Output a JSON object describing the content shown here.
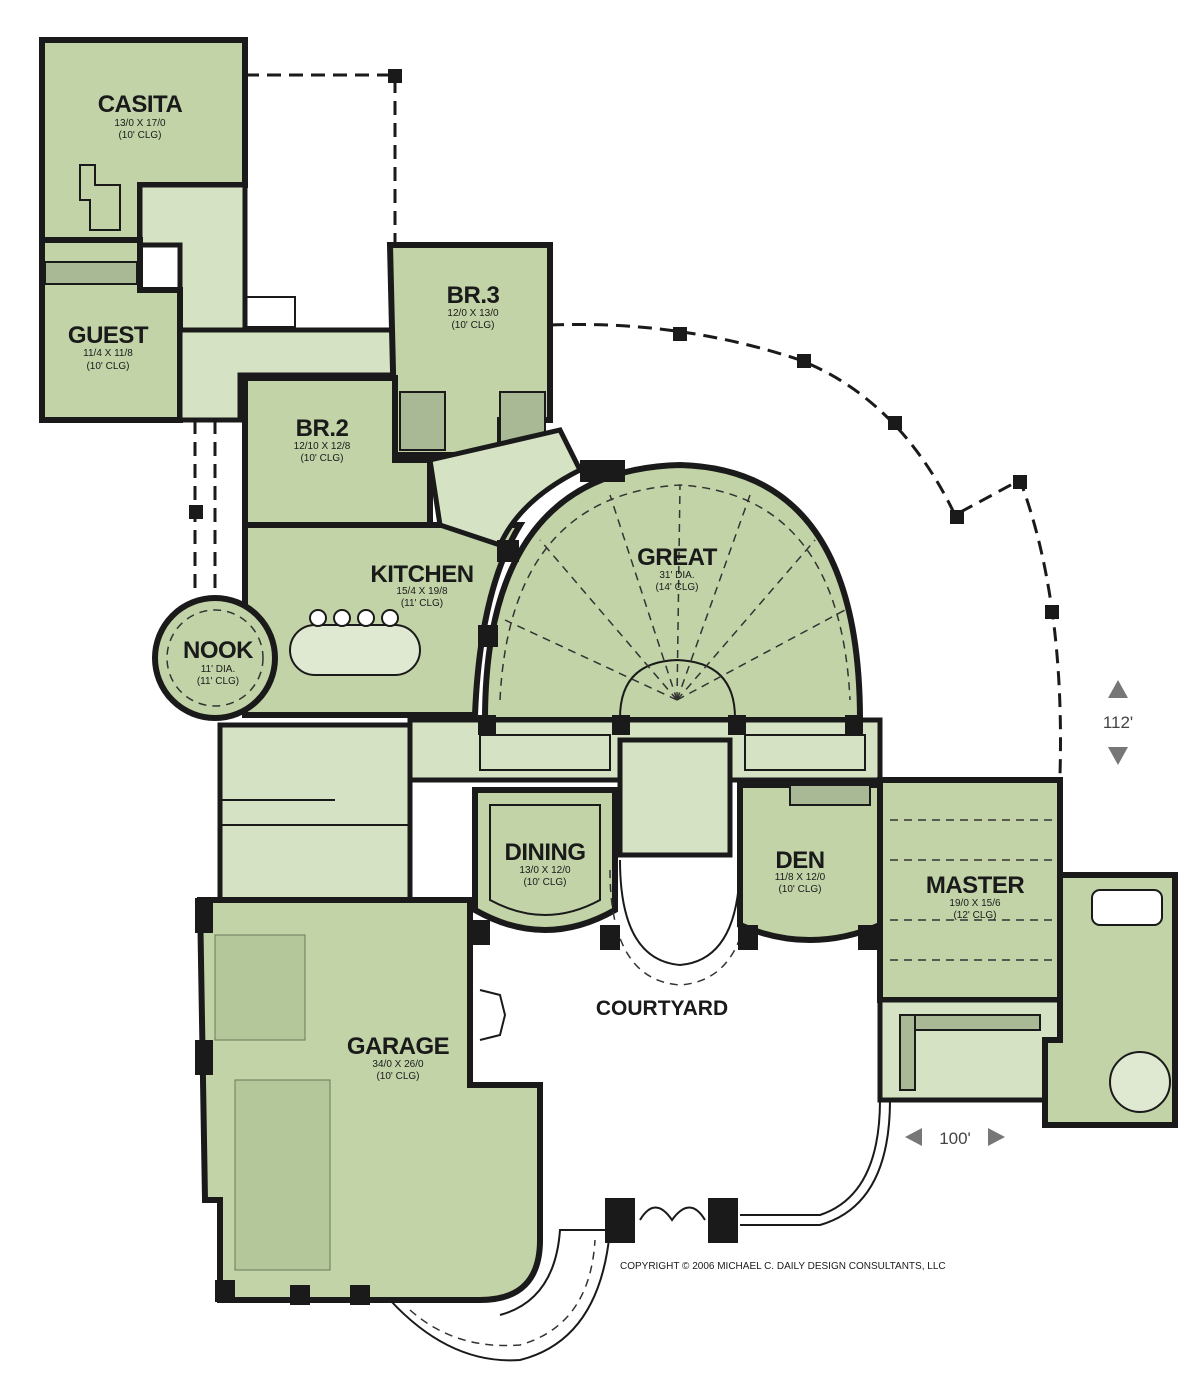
{
  "rooms": {
    "casita": {
      "name": "CASITA",
      "dim": "13/0 X 17/0",
      "clg": "(10' CLG)"
    },
    "guest": {
      "name": "GUEST",
      "dim": "11/4 X 11/8",
      "clg": "(10' CLG)"
    },
    "br3": {
      "name": "BR.3",
      "dim": "12/0 X 13/0",
      "clg": "(10' CLG)"
    },
    "br2": {
      "name": "BR.2",
      "dim": "12/10 X 12/8",
      "clg": "(10' CLG)"
    },
    "kitchen": {
      "name": "KITCHEN",
      "dim": "15/4 X 19/8",
      "clg": "(11' CLG)"
    },
    "nook": {
      "name": "NOOK",
      "dim": "11' DIA.",
      "clg": "(11' CLG)"
    },
    "great": {
      "name": "GREAT",
      "dim": "31' DIA.",
      "clg": "(14' CLG)"
    },
    "dining": {
      "name": "DINING",
      "dim": "13/0 X 12/0",
      "clg": "(10' CLG)"
    },
    "den": {
      "name": "DEN",
      "dim": "11/8 X 12/0",
      "clg": "(10' CLG)"
    },
    "master": {
      "name": "MASTER",
      "dim": "19/0 X 15/6",
      "clg": "(12' CLG)"
    },
    "garage": {
      "name": "GARAGE",
      "dim": "34/0 X 26/0",
      "clg": "(10' CLG)"
    }
  },
  "courtyard": "COURTYARD",
  "dimensions": {
    "depth": "112'",
    "width": "100'"
  },
  "copyright": "COPYRIGHT © 2006 MICHAEL C. DAILY DESIGN CONSULTANTS, LLC",
  "colors": {
    "room_fill": "#c2d3a8",
    "wall": "#1a1a1a",
    "background": "#ffffff"
  }
}
